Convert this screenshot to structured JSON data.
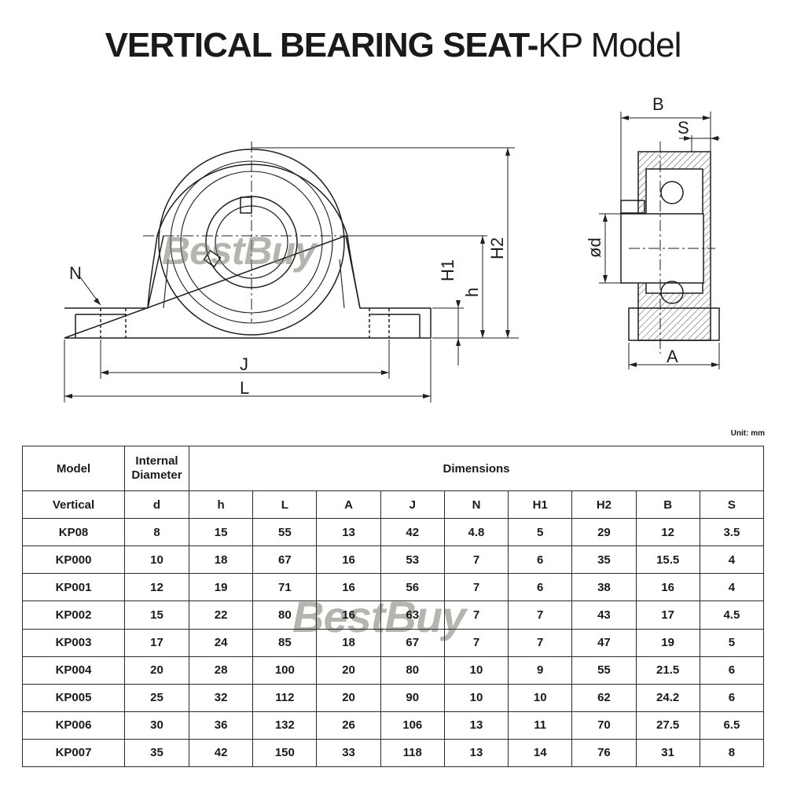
{
  "title": {
    "bold": "VERTICAL BEARING SEAT-",
    "regular": "KP Model"
  },
  "drawing": {
    "labels": {
      "N": "N",
      "J": "J",
      "L": "L",
      "H1": "H1",
      "h": "h",
      "H2": "H2",
      "B": "B",
      "S": "S",
      "A": "A",
      "d": "ød"
    }
  },
  "watermark": "BestBuy",
  "unit": "Unit: mm",
  "table": {
    "header_row1": {
      "model": "Model",
      "internal_diameter": "Internal Diameter",
      "dimensions": "Dimensions"
    },
    "header_row2": [
      "Vertical",
      "d",
      "h",
      "L",
      "A",
      "J",
      "N",
      "H1",
      "H2",
      "B",
      "S"
    ],
    "rows": [
      [
        "KP08",
        "8",
        "15",
        "55",
        "13",
        "42",
        "4.8",
        "5",
        "29",
        "12",
        "3.5"
      ],
      [
        "KP000",
        "10",
        "18",
        "67",
        "16",
        "53",
        "7",
        "6",
        "35",
        "15.5",
        "4"
      ],
      [
        "KP001",
        "12",
        "19",
        "71",
        "16",
        "56",
        "7",
        "6",
        "38",
        "16",
        "4"
      ],
      [
        "KP002",
        "15",
        "22",
        "80",
        "16",
        "63",
        "7",
        "7",
        "43",
        "17",
        "4.5"
      ],
      [
        "KP003",
        "17",
        "24",
        "85",
        "18",
        "67",
        "7",
        "7",
        "47",
        "19",
        "5"
      ],
      [
        "KP004",
        "20",
        "28",
        "100",
        "20",
        "80",
        "10",
        "9",
        "55",
        "21.5",
        "6"
      ],
      [
        "KP005",
        "25",
        "32",
        "112",
        "20",
        "90",
        "10",
        "10",
        "62",
        "24.2",
        "6"
      ],
      [
        "KP006",
        "30",
        "36",
        "132",
        "26",
        "106",
        "13",
        "11",
        "70",
        "27.5",
        "6.5"
      ],
      [
        "KP007",
        "35",
        "42",
        "150",
        "33",
        "118",
        "13",
        "14",
        "76",
        "31",
        "8"
      ]
    ]
  }
}
